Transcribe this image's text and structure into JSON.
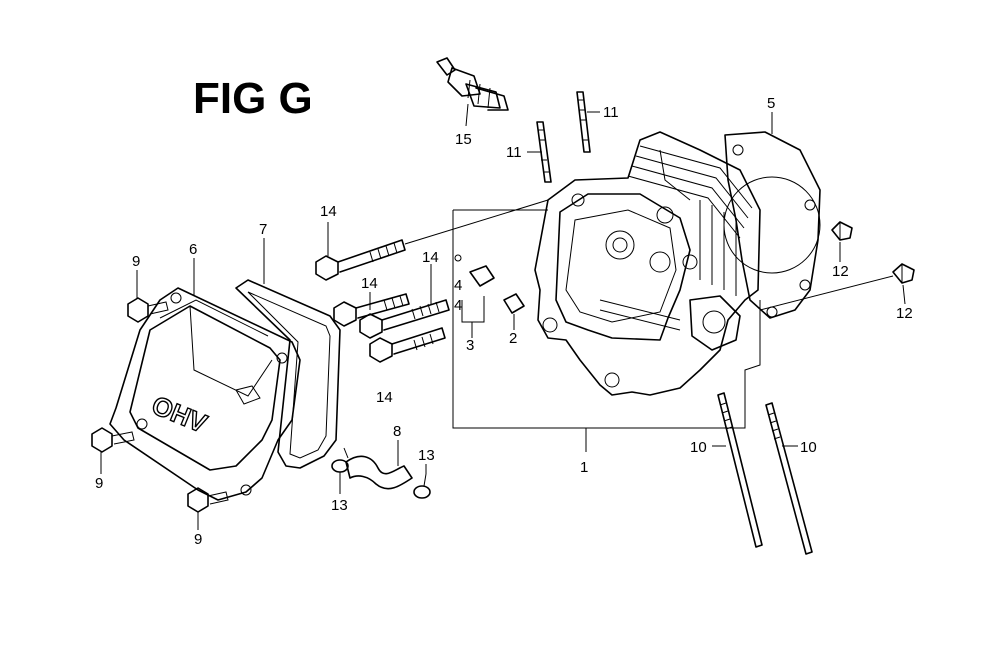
{
  "figure": {
    "title": "FIG G",
    "cover_marking": "OHV"
  },
  "callouts": {
    "c1": "1",
    "c2": "2",
    "c3": "3",
    "c4a": "4",
    "c4b": "4",
    "c5": "5",
    "c6": "6",
    "c7": "7",
    "c8": "8",
    "c9a": "9",
    "c9b": "9",
    "c9c": "9",
    "c10a": "10",
    "c10b": "10",
    "c11a": "11",
    "c11b": "11",
    "c12a": "12",
    "c12b": "12",
    "c13a": "13",
    "c13b": "13",
    "c14a": "14",
    "c14b": "14",
    "c14c": "14",
    "c14d": "14",
    "c15": "15"
  }
}
